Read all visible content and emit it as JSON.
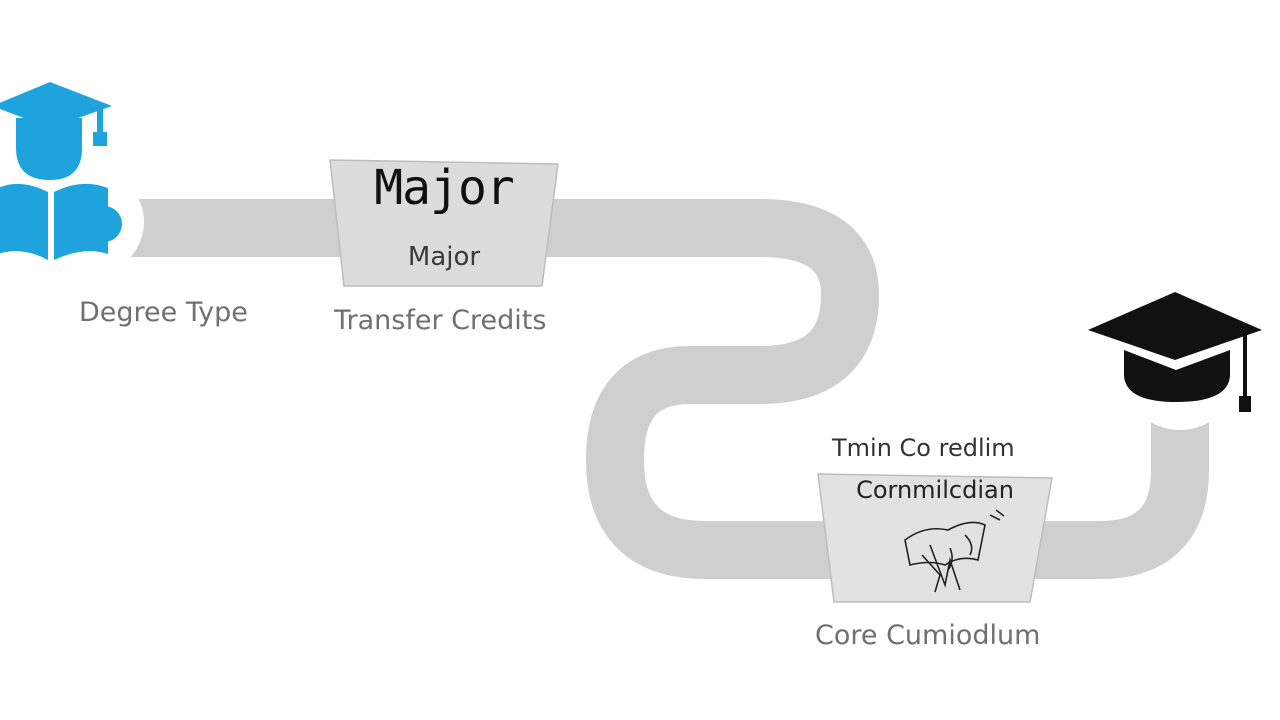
{
  "stages": {
    "start_label": "Degree Type",
    "major_title": "Major",
    "major_subtitle": "Major",
    "transfer_label": "Transfer Credits",
    "curriculum_top_label": "Tmin  Co redlim",
    "curriculum_title": "Cornmilcdian",
    "core_label": "Core Cumiodlum"
  },
  "colors": {
    "path": "#cfcfcf",
    "card_fill": "#dcdcdc",
    "student_icon": "#1fa3dd",
    "cap_icon": "#111111",
    "label_text": "#6f6f6f"
  },
  "icons": {
    "start": "student-reading-icon",
    "end": "graduation-cap-icon",
    "card2": "sketch-illustration-icon"
  }
}
